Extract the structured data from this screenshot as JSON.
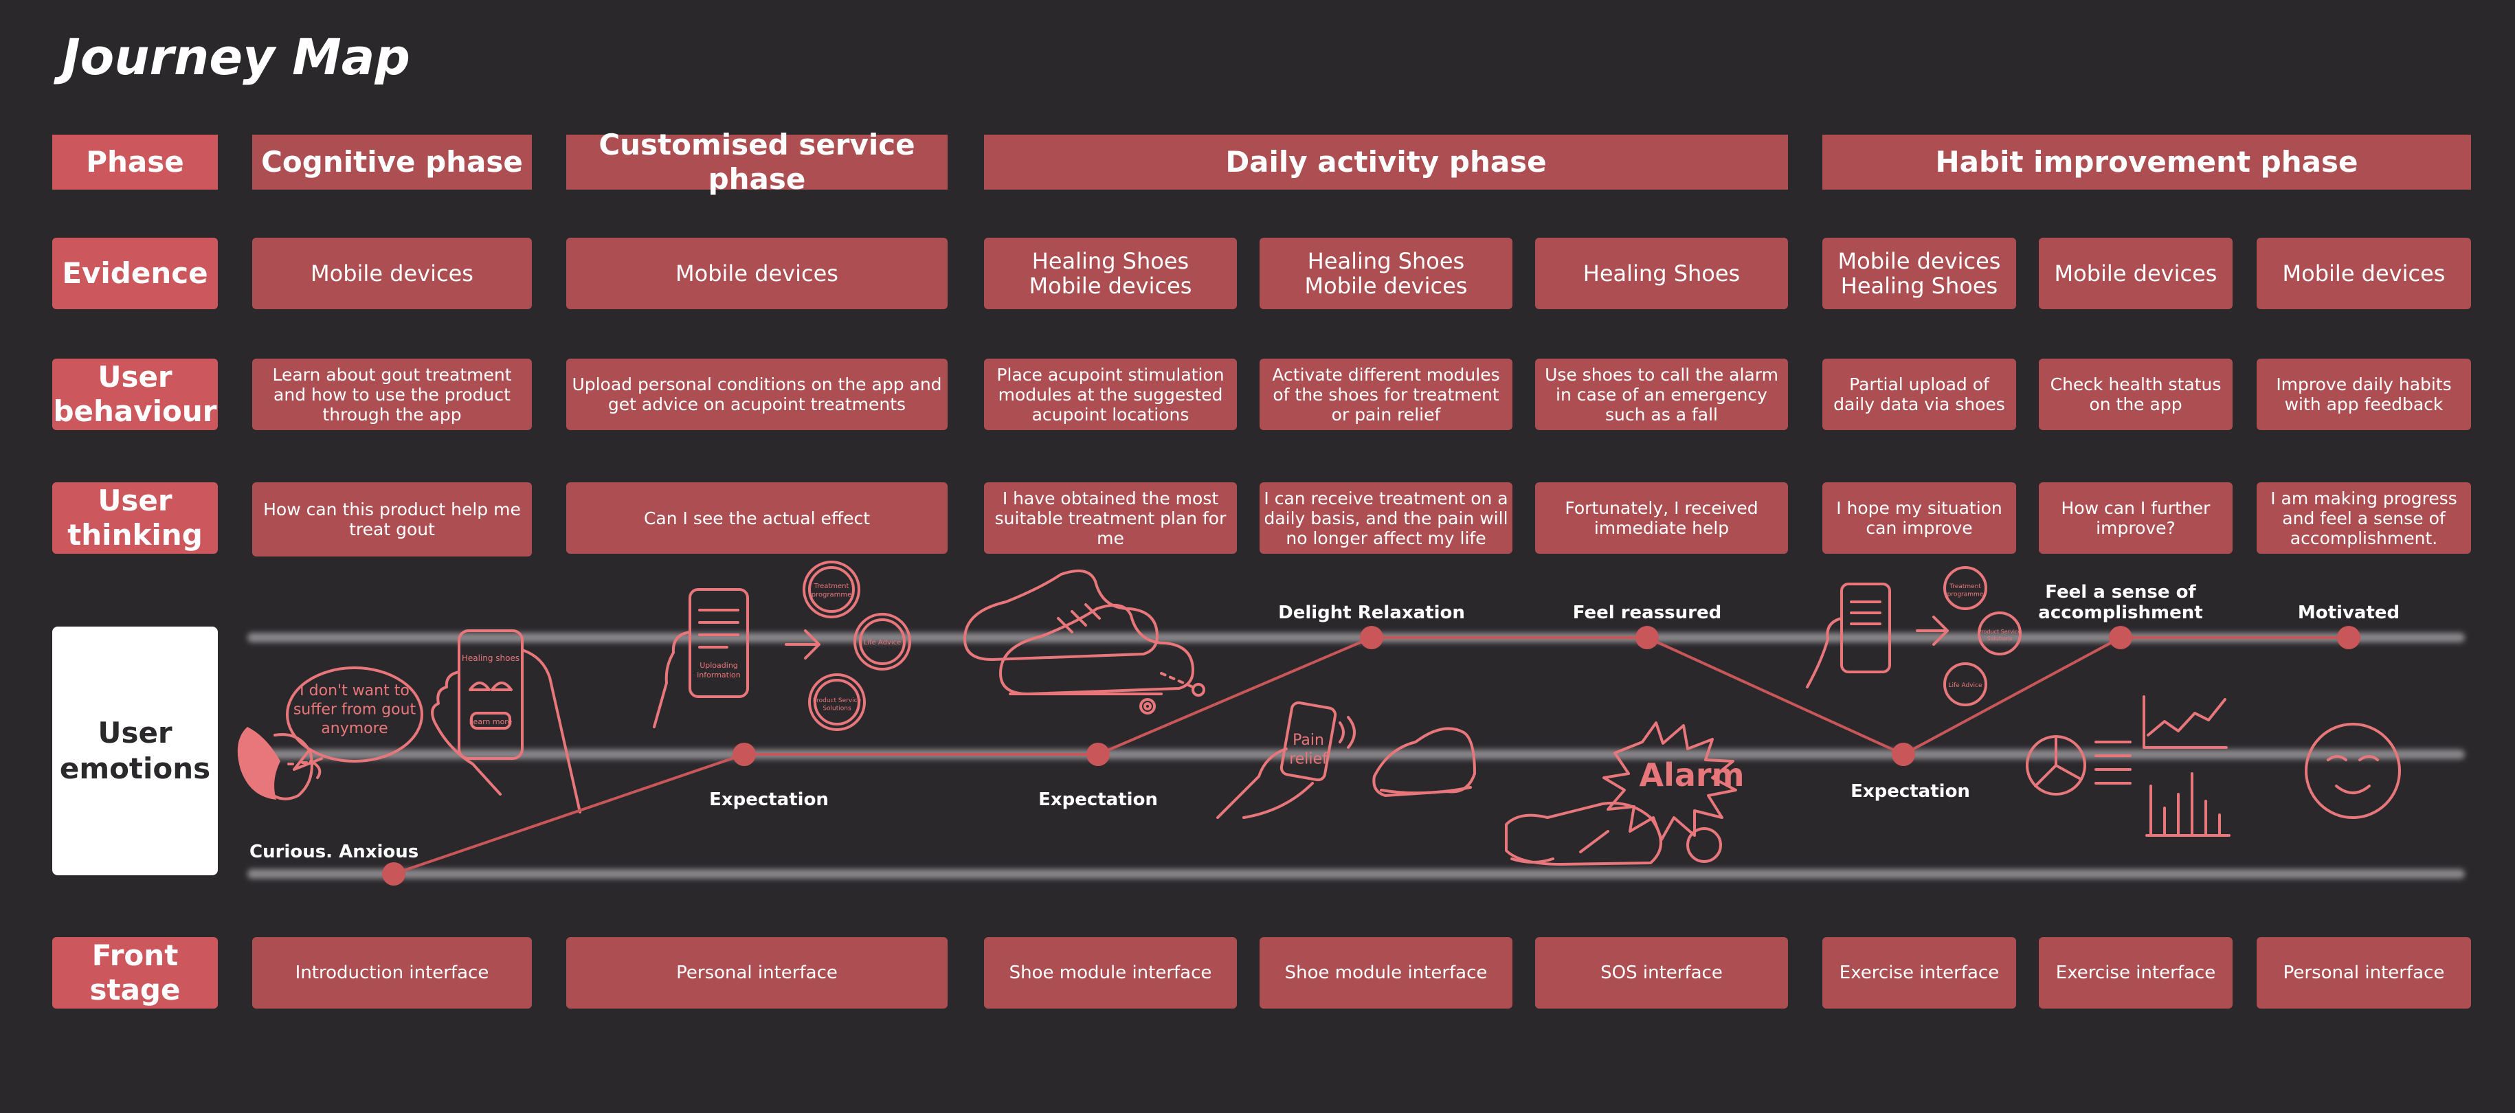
{
  "title": "Journey Map",
  "row_labels": {
    "phase": "Phase",
    "evidence": "Evidence",
    "behaviour": "User\nbehaviour",
    "thinking": "User\nthinking",
    "emotions": "User\nemotions",
    "front_stage": "Front\nstage"
  },
  "phases": [
    "Cognitive phase",
    "Customised service phase",
    "Daily activity phase",
    "Habit improvement phase"
  ],
  "columns": [
    {
      "evidence": "Mobile devices",
      "behaviour": "Learn about gout treatment and how to use the product through the app",
      "thinking": "How can this product help me treat gout",
      "front_stage": "Introduction interface"
    },
    {
      "evidence": "Mobile devices",
      "behaviour": "Upload personal conditions on the app and get advice on acupoint treatments",
      "thinking": "Can I see the actual effect",
      "front_stage": "Personal interface"
    },
    {
      "evidence": "Healing Shoes\nMobile devices",
      "behaviour": "Place acupoint stimulation modules at the suggested acupoint locations",
      "thinking": "I have obtained the most suitable treatment plan for me",
      "front_stage": "Shoe module interface"
    },
    {
      "evidence": "Healing Shoes\nMobile devices",
      "behaviour": "Activate different modules of the shoes for treatment or pain relief",
      "thinking": "I can receive treatment on a daily basis, and the pain will no longer affect my life",
      "front_stage": "Shoe module interface"
    },
    {
      "evidence": "Healing Shoes",
      "behaviour": "Use shoes to call the alarm in case of an emergency such as a fall",
      "thinking": "Fortunately, I received immediate help",
      "front_stage": "SOS interface"
    },
    {
      "evidence": "Mobile devices\nHealing Shoes",
      "behaviour": "Partial upload of daily data via shoes",
      "thinking": "I hope my situation can improve",
      "front_stage": "Exercise interface"
    },
    {
      "evidence": "Mobile devices",
      "behaviour": "Check health status on the app",
      "thinking": "How can I further improve?",
      "front_stage": "Exercise interface"
    },
    {
      "evidence": "Mobile devices",
      "behaviour": "Improve daily habits with app feedback",
      "thinking": "I am making progress and feel a sense of accomplishment.",
      "front_stage": "Personal interface"
    }
  ],
  "emotion_curve": [
    {
      "label": "Curious. Anxious",
      "level": "low"
    },
    {
      "label": "Expectation",
      "level": "mid"
    },
    {
      "label": "Expectation",
      "level": "mid"
    },
    {
      "label": "Delight Relaxation",
      "level": "high"
    },
    {
      "label": "Feel reassured",
      "level": "high"
    },
    {
      "label": "Expectation",
      "level": "mid"
    },
    {
      "label": "Feel a sense of\naccomplishment",
      "level": "high"
    },
    {
      "label": "Motivated",
      "level": "high"
    }
  ],
  "illustration_text": {
    "speech_bubble": "I don't want to\nsuffer from gout\nanymore",
    "phone_screen_title": "Healing shoes",
    "phone_screen_button": "Learn more",
    "upload_phone_text": "Uploading\ninformation",
    "bubble_treatment": "Treatment\nprogramme",
    "bubble_life_advice": "Life Advice",
    "bubble_product": "Product Service\nSolutions",
    "phone_relief": "Pain\nrelief",
    "alarm": "Alarm"
  },
  "colors": {
    "background": "#2b282c",
    "box": "#ad4f52",
    "row_label": "#cc585d",
    "curve": "#c9575a",
    "illustration": "#e8777b"
  }
}
